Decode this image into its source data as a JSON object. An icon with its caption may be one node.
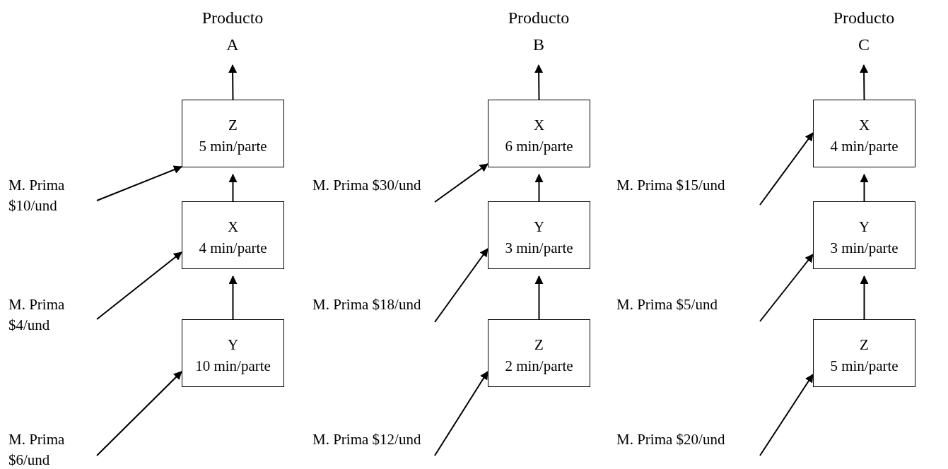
{
  "diagram": {
    "nodes": [
      {
        "text": [
          "Producto A"
        ]
      },
      {
        "text": [
          "Z",
          "5 min/parte"
        ]
      },
      {
        "text": [
          "X",
          "4 min/parte"
        ]
      },
      {
        "text": [
          "Y",
          "10 min/parte"
        ]
      },
      {
        "text": [
          "M. Prima $10/und"
        ]
      },
      {
        "text": [
          "M. Prima $4/und"
        ]
      },
      {
        "text": [
          "M. Prima $6/und"
        ]
      },
      {
        "text": [
          "Producto B"
        ]
      },
      {
        "text": [
          "X",
          "6 min/parte"
        ]
      },
      {
        "text": [
          "Y",
          "3 min/parte"
        ]
      },
      {
        "text": [
          "Z",
          "2 min/parte"
        ]
      },
      {
        "text": [
          "M. Prima $30/und"
        ]
      },
      {
        "text": [
          "M. Prima $18/und"
        ]
      },
      {
        "text": [
          "M. Prima $12/und"
        ]
      },
      {
        "text": [
          "Producto C"
        ]
      },
      {
        "text": [
          "X",
          "4 min/parte"
        ]
      },
      {
        "text": [
          "Y",
          "3 min/parte"
        ]
      },
      {
        "text": [
          "Z",
          "5 min/parte"
        ]
      },
      {
        "text": [
          "M. Prima $15/und"
        ]
      },
      {
        "text": [
          "M. Prima $5/und"
        ]
      },
      {
        "text": [
          "M. Prima $20/und"
        ]
      }
    ],
    "edges": [
      {
        "from": 1,
        "to": 0,
        "arrow": "to"
      },
      {
        "from": 2,
        "to": 1,
        "arrow": "to"
      },
      {
        "from": 3,
        "to": 2,
        "arrow": "to"
      },
      {
        "from": 4,
        "to": 1,
        "arrow": "to"
      },
      {
        "from": 5,
        "to": 2,
        "arrow": "to"
      },
      {
        "from": 6,
        "to": 3,
        "arrow": "to"
      },
      {
        "from": 8,
        "to": 7,
        "arrow": "to"
      },
      {
        "from": 9,
        "to": 8,
        "arrow": "to"
      },
      {
        "from": 10,
        "to": 9,
        "arrow": "to"
      },
      {
        "from": 11,
        "to": 8,
        "arrow": "to"
      },
      {
        "from": 12,
        "to": 9,
        "arrow": "to"
      },
      {
        "from": 13,
        "to": 10,
        "arrow": "to"
      },
      {
        "from": 15,
        "to": 14,
        "arrow": "to"
      },
      {
        "from": 16,
        "to": 15,
        "arrow": "to"
      },
      {
        "from": 17,
        "to": 16,
        "arrow": "to"
      },
      {
        "from": 18,
        "to": 15,
        "arrow": "to"
      },
      {
        "from": 19,
        "to": 16,
        "arrow": "to"
      },
      {
        "from": 20,
        "to": 17,
        "arrow": "to"
      }
    ]
  }
}
